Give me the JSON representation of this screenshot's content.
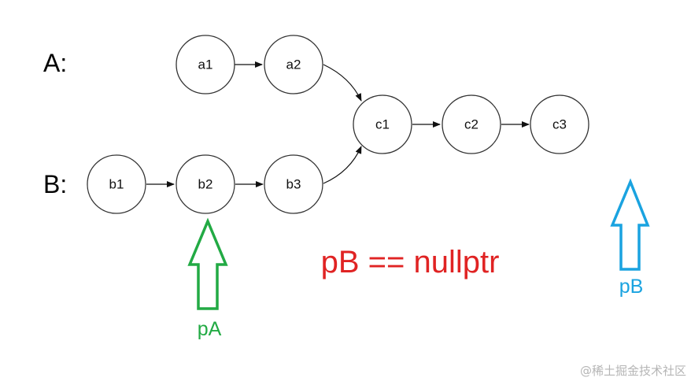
{
  "lists": {
    "a_label": "A:",
    "b_label": "B:"
  },
  "nodes": {
    "a1": "a1",
    "a2": "a2",
    "b1": "b1",
    "b2": "b2",
    "b3": "b3",
    "c1": "c1",
    "c2": "c2",
    "c3": "c3"
  },
  "pointers": {
    "pa_label": "pA",
    "pb_label": "pB",
    "pa_color": "#22aa44",
    "pb_color": "#1aa3e0"
  },
  "status": {
    "text": "pB == nullptr",
    "color": "#e02323"
  },
  "watermark": "@稀土掘金技术社区"
}
